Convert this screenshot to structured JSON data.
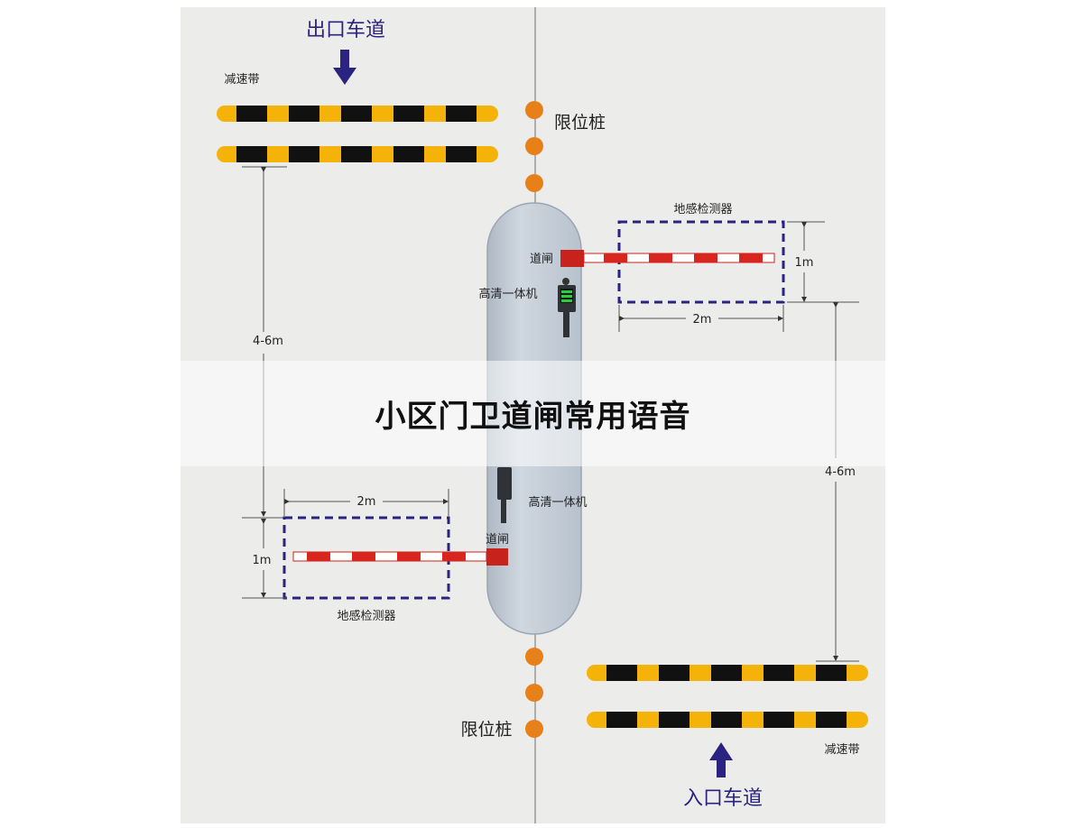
{
  "title": "小区门卫道闸常用语音",
  "lanes": {
    "exit_lane": "出口车道",
    "entry_lane": "入口车道"
  },
  "labels": {
    "speed_bump_top": "减速带",
    "speed_bump_bottom": "减速带",
    "limit_post_top": "限位桩",
    "limit_post_bottom": "限位桩",
    "detector_top": "地感检测器",
    "detector_bottom": "地感检测器",
    "gate_top": "道闸",
    "gate_bottom": "道闸",
    "camera_top": "高清一体机",
    "camera_bottom": "高清一体机"
  },
  "dimensions": {
    "dist_left": "4-6m",
    "dist_right": "4-6m",
    "width_top": "2m",
    "width_bottom": "2m",
    "depth_top": "1m",
    "depth_bottom": "1m"
  },
  "colors": {
    "arrow": "#2a2380",
    "bump_yellow": "#f5b30a",
    "bump_black": "#111111",
    "post_orange": "#e8801a",
    "barrier_red": "#d8261f",
    "detector_border": "#2a2380",
    "island_fill": "#c9d2dc"
  }
}
